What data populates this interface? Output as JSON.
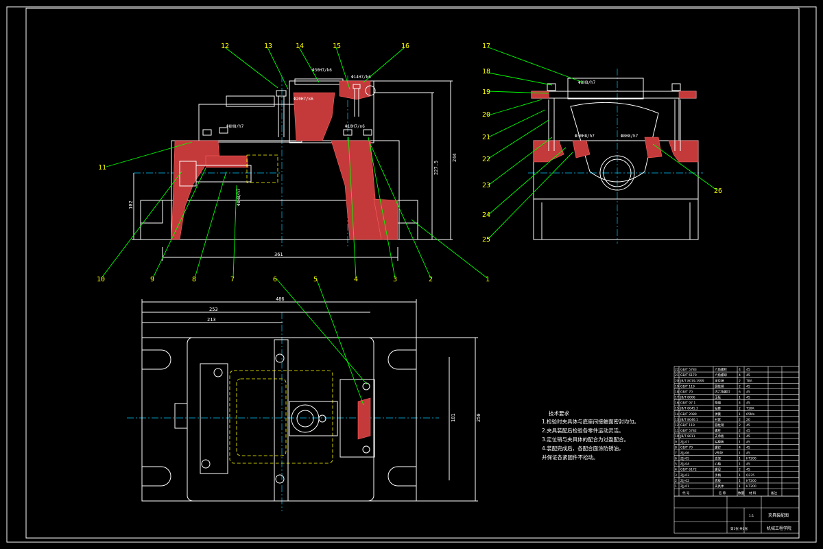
{
  "balloons": {
    "b1": "1",
    "b2": "2",
    "b3": "3",
    "b4": "4",
    "b5": "5",
    "b6": "6",
    "b7": "7",
    "b8": "8",
    "b9": "9",
    "b10": "10",
    "b11": "11",
    "b12": "12",
    "b13": "13",
    "b14": "14",
    "b15": "15",
    "b16": "16",
    "b17": "17",
    "b18": "18",
    "b19": "19",
    "b20": "20",
    "b21": "21",
    "b22": "22",
    "b23": "23",
    "b24": "24",
    "b25": "25",
    "b26": "26"
  },
  "dimensions": {
    "width_front": "361",
    "height_overall": "244",
    "height_mid": "227.5",
    "height_left": "102",
    "width_top_a": "486",
    "width_top_b": "253",
    "width_top_c": "213",
    "height_top_a": "250",
    "height_top_b": "181"
  },
  "tolerances": {
    "t1": "Φ30H7/k6",
    "t2": "Φ20H7/k6",
    "t3": "Φ14H7/k6",
    "t4": "Φ8H8/h7",
    "t5": "Φ10H7/n6",
    "t6": "Φ8H8/h7",
    "t7": "Φ8H8/h7",
    "t8": "Φ30H8/h7",
    "t9": "Φ8H8/h7"
  },
  "notes": {
    "title": "技术要求",
    "line1": "1.检验时夹具体与底座间接触面密封均匀。",
    "line2": "2.夹具装配后检验各零件运动灵活。",
    "line3": "3.定位销与夹具体的配合为过盈配合。",
    "line4": "4.装配完成后，各配合面涂防锈油，",
    "line5": "并保证各紧固件不松动。"
  },
  "title_block": {
    "drawing_name": "夹具装配图",
    "scale": "1:1",
    "sheet": "第1张 共1张",
    "school": "机械工程学院",
    "col_code": "代 号",
    "col_name": "名 称",
    "col_qty": "数量",
    "col_mat": "材 料",
    "col_note": "备注"
  },
  "bom_rows": [
    {
      "code": "GB/T 5783",
      "name": "六角螺栓",
      "qty": "4",
      "mat": "45"
    },
    {
      "code": "GB/T 6170",
      "name": "六角螺母",
      "qty": "4",
      "mat": "45"
    },
    {
      "code": "JB/T 8019-1999",
      "name": "定位销",
      "qty": "2",
      "mat": "T8A"
    },
    {
      "code": "GB/T 119",
      "name": "圆柱销",
      "qty": "2",
      "mat": "45"
    },
    {
      "code": "GB/T 70",
      "name": "内六角螺钉",
      "qty": "6",
      "mat": "45"
    },
    {
      "code": "JB/T 8006",
      "name": "压板",
      "qty": "1",
      "mat": "45"
    },
    {
      "code": "GB/T 97.1",
      "name": "垫圈",
      "qty": "4",
      "mat": "45"
    },
    {
      "code": "JB/T 8045.3",
      "name": "钻套",
      "qty": "2",
      "mat": "T10A"
    },
    {
      "code": "GB/T 2089",
      "name": "弹簧",
      "qty": "1",
      "mat": "65Mn"
    },
    {
      "code": "JB/T 8046.1",
      "name": "衬套",
      "qty": "2",
      "mat": "20"
    },
    {
      "code": "GB/T 119",
      "name": "圆柱销",
      "qty": "2",
      "mat": "45"
    },
    {
      "code": "GB/T 5782",
      "name": "螺栓",
      "qty": "2",
      "mat": "45"
    },
    {
      "code": "JB/T 8011",
      "name": "支承板",
      "qty": "1",
      "mat": "45"
    },
    {
      "code": "ZJJ-07",
      "name": "钻模板",
      "qty": "1",
      "mat": "45"
    },
    {
      "code": "GB/T 70",
      "name": "螺钉",
      "qty": "4",
      "mat": "45"
    },
    {
      "code": "ZJJ-06",
      "name": "V形块",
      "qty": "1",
      "mat": "45"
    },
    {
      "code": "ZJJ-05",
      "name": "支架",
      "qty": "1",
      "mat": "HT200"
    },
    {
      "code": "ZJJ-04",
      "name": "心轴",
      "qty": "1",
      "mat": "45"
    },
    {
      "code": "GB/T 6172",
      "name": "螺母",
      "qty": "2",
      "mat": "45"
    },
    {
      "code": "ZJJ-03",
      "name": "手柄",
      "qty": "1",
      "mat": "Q235"
    },
    {
      "code": "ZJJ-02",
      "name": "底板",
      "qty": "1",
      "mat": "HT200"
    },
    {
      "code": "ZJJ-01",
      "name": "夹具体",
      "qty": "1",
      "mat": "HT200"
    }
  ]
}
